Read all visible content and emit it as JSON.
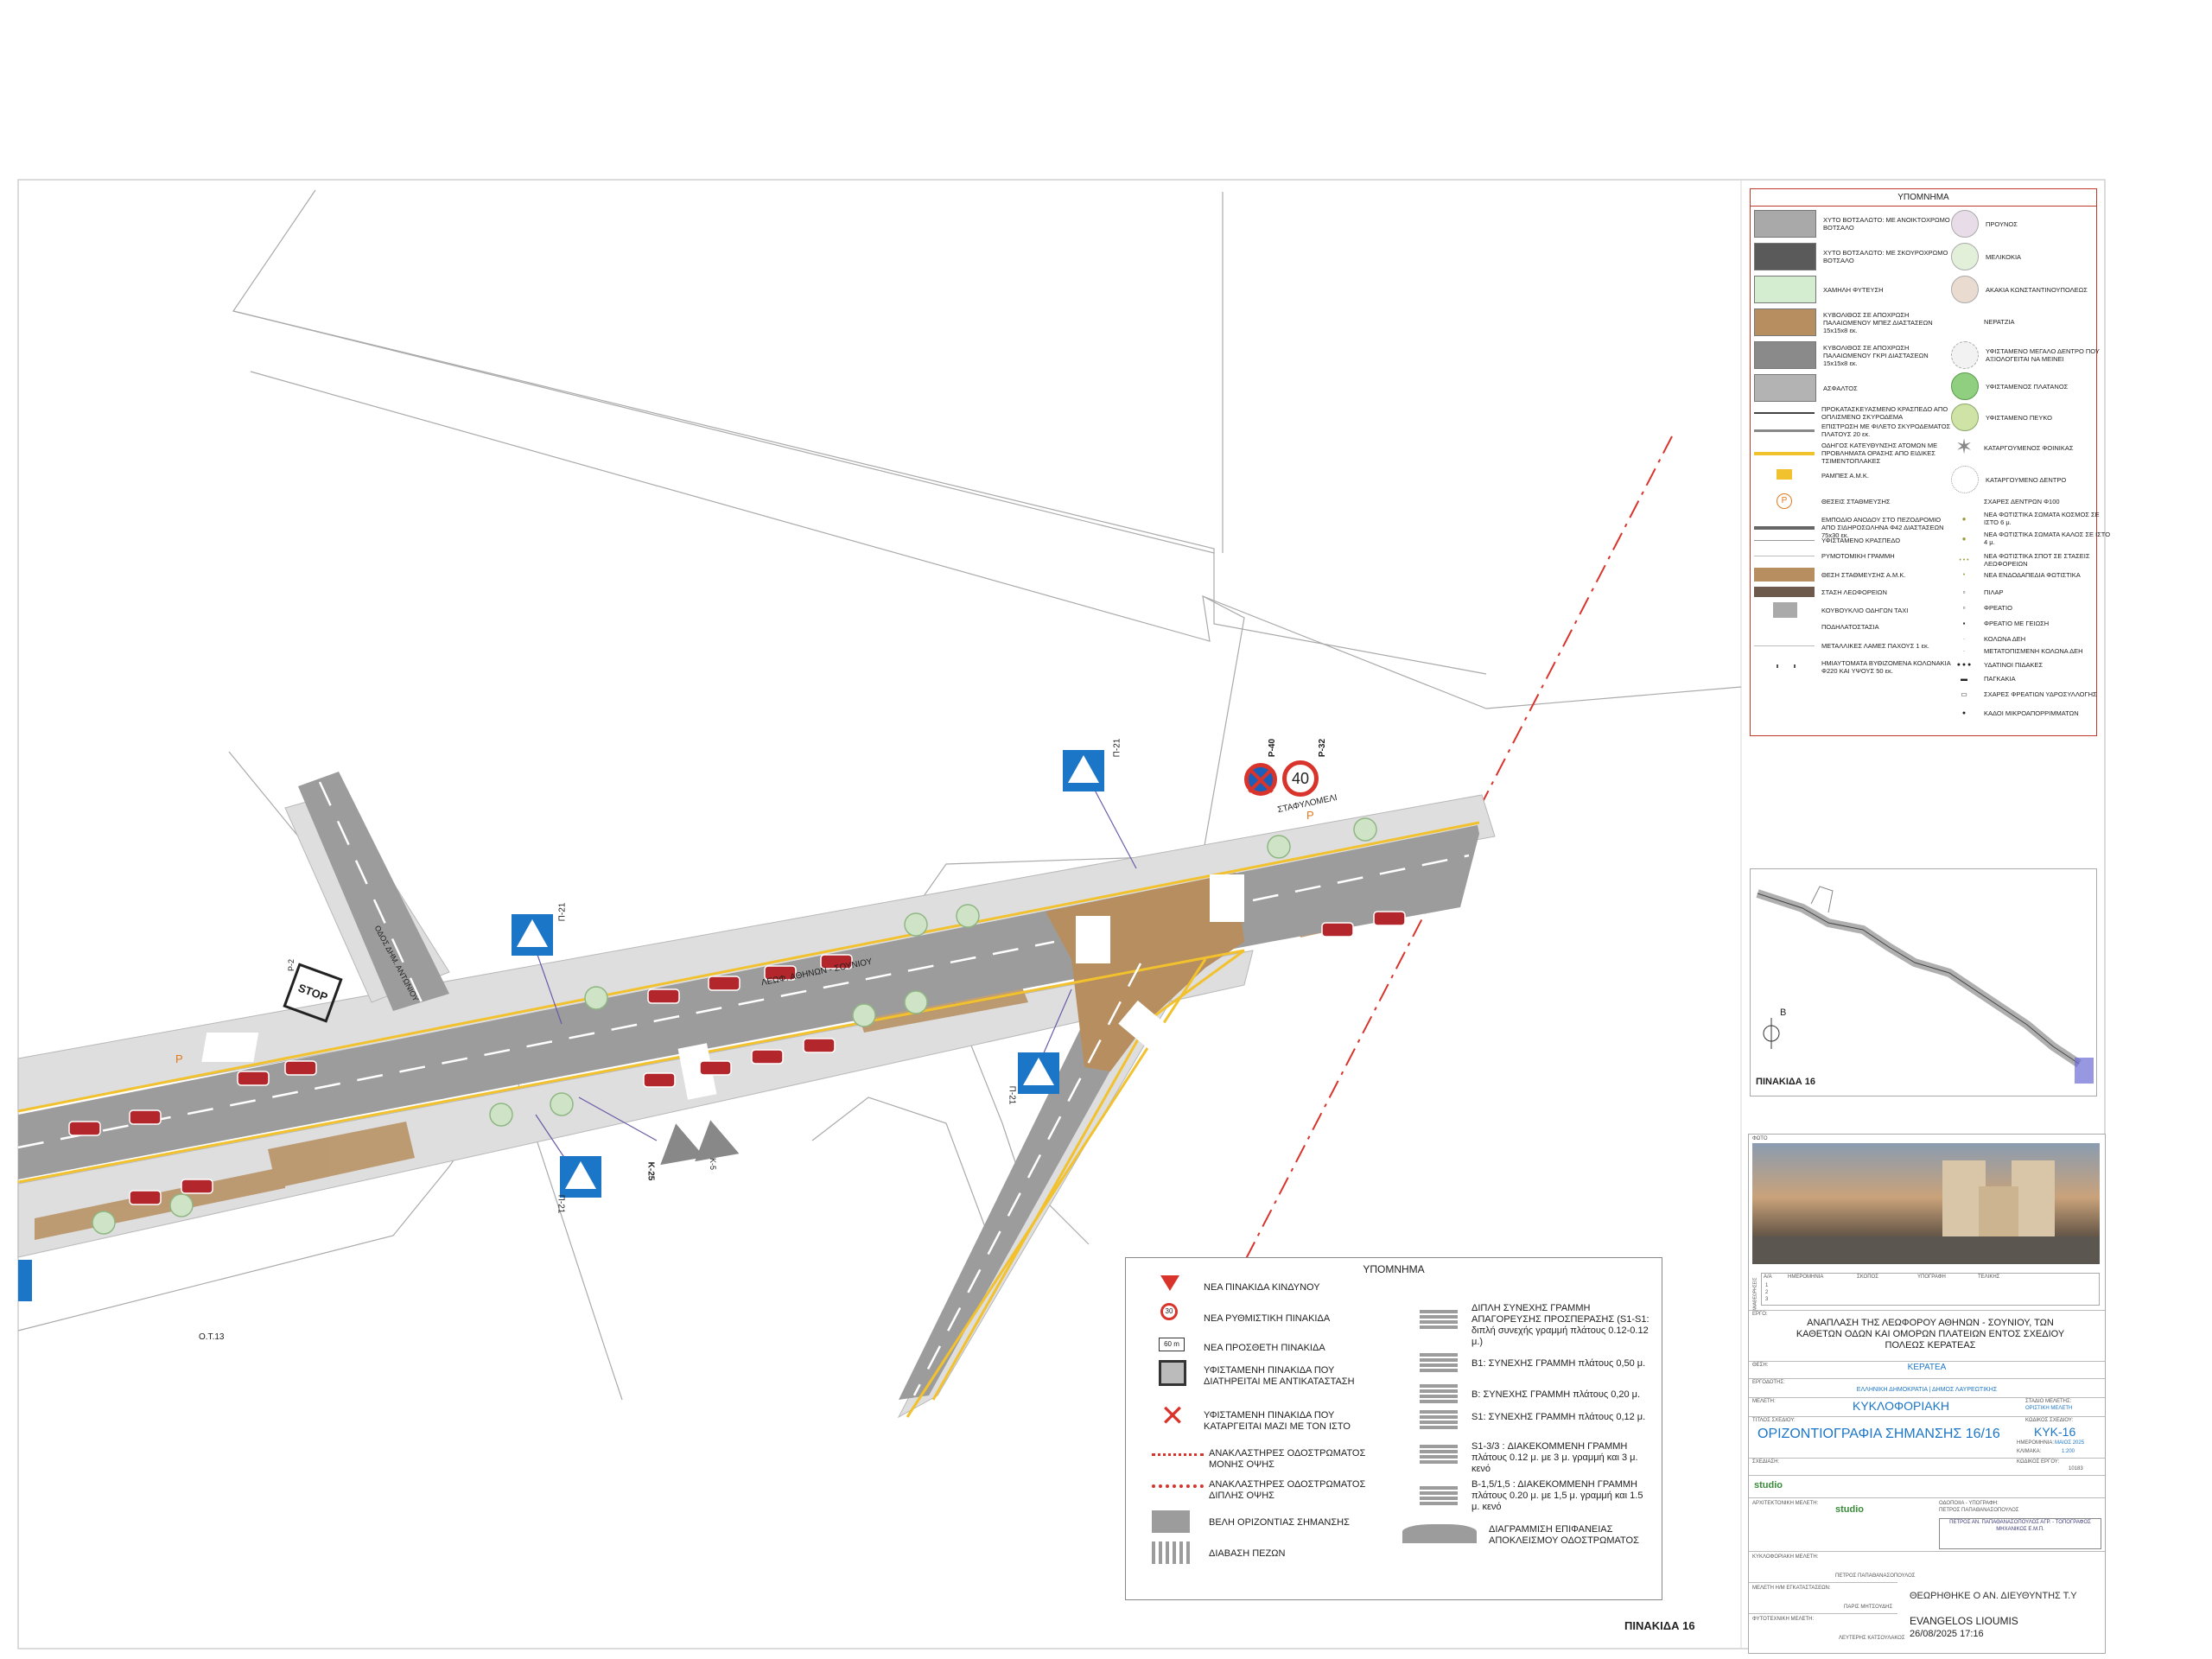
{
  "sheet_label": "ΠΙΝΑΚΙΔΑ 16",
  "keymap_label": "ΠΙΝΑΚΙΔΑ 16",
  "north_label": "Β",
  "plan": {
    "road_main": "ΛΕΩΦ. ΑΘΗΝΩΝ - ΣΟΥΝΙΟΥ",
    "road_side": "ΟΔΟΣ ΔΗΜ. ΑΝΤΩΝΙΟΥ",
    "block_label": "Ο.Τ.13",
    "stop_label": "ΣΤΑΦΥΛΟΜΕΛΙ",
    "sign_p21": "Π-21",
    "sign_p40": "Ρ-40",
    "sign_p32": "Ρ-32",
    "sign_k25": "Κ-25",
    "sign_k5": "Κ-5",
    "sign_p2": "Ρ-2",
    "speed": "40",
    "stop_text": "STOP",
    "parking": "P"
  },
  "legend_top": {
    "title": "ΥΠΟΜΝΗΜΑ",
    "left": [
      {
        "text": "ΧΥΤΟ ΒΟΤΣΑΛΩΤΟ: ΜΕ ΑΝΟΙΚΤΟΧΡΩΜΟ ΒΟΤΣΑΛΟ",
        "color": "#a9a9a9"
      },
      {
        "text": "ΧΥΤΟ ΒΟΤΣΑΛΩΤΟ: ΜΕ ΣΚΟΥΡΟΧΡΩΜΟ ΒΟΤΣΑΛΟ",
        "color": "#5a5a5a"
      },
      {
        "text": "ΧΑΜΗΛΗ ΦΥΤΕΥΣΗ",
        "color": "#d4ecd0"
      },
      {
        "text": "ΚΥΒΟΛΙΘΟΣ ΣΕ ΑΠΟΧΡΩΣΗ ΠΑΛΑΙΩΜΕΝΟΥ ΜΠΕΖ ΔΙΑΣΤΑΣΕΩΝ 15x15x8 εκ.",
        "color": "#b68e5f"
      },
      {
        "text": "ΚΥΒΟΛΙΘΟΣ ΣΕ ΑΠΟΧΡΩΣΗ ΠΑΛΑΙΩΜΕΝΟΥ ΓΚΡΙ ΔΙΑΣΤΑΣΕΩΝ 15x15x8 εκ.",
        "color": "#8a8a8a"
      },
      {
        "text": "ΑΣΦΑΛΤΟΣ",
        "color": "#b3b3b3"
      }
    ],
    "left_lines": [
      "ΠΡΟΚΑΤΑΣΚΕΥΑΣΜΕΝΟ ΚΡΑΣΠΕΔΟ ΑΠΟ ΟΠΛΙΣΜΕΝΟ ΣΚΥΡΟΔΕΜΑ",
      "ΕΠΙΣΤΡΩΣΗ ΜΕ ΦΙΛΕΤΟ ΣΚΥΡΟΔΕΜΑΤΟΣ ΠΛΑΤΟΥΣ 20 εκ.",
      "ΟΔΗΓΟΣ ΚΑΤΕΥΘΥΝΣΗΣ ΑΤΟΜΩΝ ΜΕ ΠΡΟΒΛΗΜΑΤΑ ΟΡΑΣΗΣ ΑΠΟ ΕΙΔΙΚΕΣ ΤΣΙΜΕΝΤΟΠΛΑΚΕΣ",
      "ΡΑΜΠΕΣ Α.Μ.Κ.",
      "ΘΕΣΕΙΣ ΣΤΑΘΜΕΥΣΗΣ",
      "ΕΜΠΟΔΙΟ ΑΝΟΔΟΥ ΣΤΟ ΠΕΖΟΔΡΟΜΙΟ ΑΠΟ ΣΙΔΗΡΟΣΩΛΗΝΑ Φ42 ΔΙΑΣΤΑΣΕΩΝ 75x30 εκ.",
      "ΥΦΙΣΤΑΜΕΝΟ ΚΡΑΣΠΕΔΟ",
      "ΡΥΜΟΤΟΜΙΚΗ ΓΡΑΜΜΗ",
      "ΘΕΣΗ ΣΤΑΘΜΕΥΣΗΣ Α.Μ.Κ.",
      "ΣΤΑΣΗ ΛΕΩΦΟΡΕΙΩΝ",
      "ΚΟΥΒΟΥΚΛΙΟ ΟΔΗΓΩΝ ΤΑΧΙ",
      "ΠΟΔΗΛΑΤΟΣΤΑΣΙΑ",
      "ΜΕΤΑΛΛΙΚΕΣ ΛΑΜΕΣ ΠΑΧΟΥΣ 1 εκ.",
      "ΗΜΙΑΥΤΟΜΑΤΑ ΒΥΘΙΖΟΜΕΝΑ ΚΟΛΩΝΑΚΙΑ Φ220 ΚΑΙ ΥΨΟΥΣ 50 εκ."
    ],
    "right": [
      "ΠΡΟΥΝΟΣ",
      "ΜΕΛΙΚΟΚΙΑ",
      "ΑΚΑΚΙΑ ΚΩΝΣΤΑΝΤΙΝΟΥΠΟΛΕΩΣ",
      "ΝΕΡΑΤΖΙΑ",
      "ΥΦΙΣΤΑΜΕΝΟ ΜΕΓΑΛΟ ΔΕΝΤΡΟ ΠΟΥ ΑΞΙΟΛΟΓΕΙΤΑΙ ΝΑ ΜΕΙΝΕΙ",
      "ΥΦΙΣΤΑΜΕΝΟΣ ΠΛΑΤΑΝΟΣ",
      "ΥΦΙΣΤΑΜΕΝΟ ΠΕΥΚΟ",
      "ΚΑΤΑΡΓΟΥΜΕΝΟΣ ΦΟΙΝΙΚΑΣ",
      "ΚΑΤΑΡΓΟΥΜΕΝΟ ΔΕΝΤΡΟ",
      "ΣΧΑΡΕΣ ΔΕΝΤΡΩΝ Φ100",
      "ΝΕΑ ΦΩΤΙΣΤΙΚΑ ΣΩΜΑΤΑ ΚΟΣΜΟΣ ΣΕ ΙΣΤΟ 6 μ.",
      "ΝΕΑ ΦΩΤΙΣΤΙΚΑ ΣΩΜΑΤΑ ΚΑΛΟΣ ΣΕ ΙΣΤΟ 4 μ.",
      "ΝΕΑ ΦΩΤΙΣΤΙΚΑ ΣΠΟΤ ΣΕ ΣΤΑΣΕΙΣ ΛΕΩΦΟΡΕΙΩΝ",
      "ΝΕΑ ΕΝΔΟΔΑΠΕΔΙΑ ΦΩΤΙΣΤΙΚΑ",
      "ΠΙΛΑΡ",
      "ΦΡΕΑΤΙΟ",
      "ΦΡΕΑΤΙΟ ΜΕ ΓΕΙΩΣΗ",
      "ΚΟΛΩΝΑ ΔΕΗ",
      "ΜΕΤΑΤΟΠΙΣΜΕΝΗ ΚΟΛΩΝΑ ΔΕΗ",
      "ΥΔΑΤΙΝΟΙ ΠΙΔΑΚΕΣ",
      "ΠΑΓΚΑΚΙΑ",
      "ΣΧΑΡΕΣ ΦΡΕΑΤΙΩΝ ΥΔΡΟΣΥΛΛΟΓΗΣ",
      "ΚΑΔΟΙ ΜΙΚΡΟΑΠΟΡΡΙΜΜΑΤΩΝ"
    ]
  },
  "legend_bottom": {
    "title": "ΥΠΟΜΝΗΜΑ",
    "left": [
      "ΝΕΑ ΠΙΝΑΚΙΔΑ ΚΙΝΔΥΝΟΥ",
      "ΝΕΑ ΡΥΘΜΙΣΤΙΚΗ ΠΙΝΑΚΙΔΑ",
      "ΝΕΑ ΠΡΟΣΘΕΤΗ ΠΙΝΑΚΙΔΑ",
      "ΥΦΙΣΤΑΜΕΝΗ ΠΙΝΑΚΙΔΑ ΠΟΥ ΔΙΑΤΗΡΕΙΤΑΙ ΜΕ ΑΝΤΙΚΑΤΑΣΤΑΣΗ",
      "ΥΦΙΣΤΑΜΕΝΗ ΠΙΝΑΚΙΔΑ ΠΟΥ ΚΑΤΑΡΓΕΙΤΑΙ ΜΑΖΙ ΜΕ ΤΟΝ ΙΣΤΟ",
      "ΑΝΑΚΛΑΣΤΗΡΕΣ ΟΔΟΣΤΡΩΜΑΤΟΣ ΜΟΝΗΣ ΟΨΗΣ",
      "ΑΝΑΚΛΑΣΤΗΡΕΣ ΟΔΟΣΤΡΩΜΑΤΟΣ ΔΙΠΛΗΣ ΟΨΗΣ",
      "ΒΕΛΗ ΟΡΙΖΟΝΤΙΑΣ ΣΗΜΑΝΣΗΣ",
      "ΔΙΑΒΑΣΗ ΠΕΖΩΝ"
    ],
    "plate_60m": "60 m",
    "plate_30": "30",
    "right": [
      "ΔΙΠΛΗ ΣΥΝΕΧΗΣ ΓΡΑΜΜΗ ΑΠΑΓΟΡΕΥΣΗΣ ΠΡΟΣΠΕΡΑΣΗΣ (S1-S1: διπλή συνεχής γραμμή πλάτους 0.12-0.12 μ.)",
      "Β1: ΣΥΝΕΧΗΣ ΓΡΑΜΜΗ πλάτους 0,50 μ.",
      "Β: ΣΥΝΕΧΗΣ ΓΡΑΜΜΗ πλάτους 0,20 μ.",
      "S1: ΣΥΝΕΧΗΣ ΓΡΑΜΜΗ πλάτους 0,12 μ.",
      "S1-3/3 : ΔΙΑΚΕΚΟΜΜΕΝΗ ΓΡΑΜΜΗ πλάτους 0.12 μ. με 3 μ. γραμμή και 3 μ. κενό",
      "Β-1,5/1,5 : ΔΙΑΚΕΚΟΜΜΕΝΗ ΓΡΑΜΜΗ πλάτους 0.20 μ. με 1,5 μ. γραμμή και 1.5 μ. κενό",
      "ΔΙΑΓΡΑΜΜΙΣΗ ΕΠΙΦΑΝΕΙΑΣ ΑΠΟΚΛΕΙΣΜΟΥ ΟΔΟΣΤΡΩΜΑΤΟΣ"
    ]
  },
  "title_block": {
    "photo_caption": "ΦΩΤΟ",
    "rev_headers": [
      "Α/Α",
      "ΗΜΕΡΟΜΗΝΙΑ",
      "ΣΚΟΠΟΣ",
      "ΥΠΟΓΡΑΦΗ",
      "ΤΕΛΙΚΗΣ"
    ],
    "rev_side": "ΑΝΑΘΕΩΡΗΣΕΙΣ",
    "rev_rows": [
      "1",
      "2",
      "3"
    ],
    "project_label": "ΕΡΓΟ:",
    "project": "ΑΝΑΠΛΑΣΗ ΤΗΣ ΛΕΩΦΟΡΟΥ ΑΘΗΝΩΝ - ΣΟΥΝΙΟΥ, ΤΩΝ ΚΑΘΕΤΩΝ ΟΔΩΝ ΚΑΙ ΟΜΟΡΩΝ ΠΛΑΤΕΙΩΝ ΕΝΤΟΣ ΣΧΕΔΙΟΥ ΠΟΛΕΩΣ ΚΕΡΑΤΕΑΣ",
    "location_label": "ΘΕΣΗ:",
    "location": "ΚΕΡΑΤΕΑ",
    "owner_label": "ΕΡΓΟΔΟΤΗΣ:",
    "owner": "ΕΛΛΗΝΙΚΗ ΔΗΜΟΚΡΑΤΙΑ | ΔΗΜΟΣ ΛΑΥΡΕΩΤΙΚΗΣ",
    "study_label": "ΜΕΛΕΤΗ:",
    "study": "ΚΥΚΛΟΦΟΡΙΑΚΗ",
    "stage_label": "ΣΤΑΔΙΟ ΜΕΛΕΤΗΣ:",
    "stage": "ΟΡΙΣΤΙΚΗ ΜΕΛΕΤΗ",
    "drawing_label": "ΤΙΤΛΟΣ ΣΧΕΔΙΟΥ:",
    "drawing": "ΟΡΙΖΟΝΤΙΟΓΡΑΦΙΑ ΣΗΜΑΝΣΗΣ 16/16",
    "code_label": "ΚΩΔΙΚΟΣ ΣΧΕΔΙΟΥ:",
    "code": "ΚΥΚ-16",
    "date_label": "ΗΜΕΡΟΜΗΝΙΑ:",
    "date": "ΜΑΙΟΣ 2025",
    "scale_label": "ΚΛΙΜΑΚΑ:",
    "scale": "1:200",
    "designer_label": "ΣΧΕΔΙΑΣΗ:",
    "job_label": "ΚΩΔΙΚΟΣ ΕΡΓΟΥ:",
    "job": "10183",
    "studio_name": "studio",
    "architect_label": "ΑΡΧΙΤΕΚΤΟΝΙΚΗ ΜΕΛΕΤΗ:",
    "survey_label": "ΟΔΟΠΟΙΙΑ - ΥΠΟΓΡΑΦΗ:",
    "survey_name": "ΠΕΤΡΟΣ ΠΑΠΑΘΑΝΑΣΟΠΟΥΛΟΣ",
    "stamp": "ΠΕΤΡΟΣ ΑΝ. ΠΑΠΑΘΑΝΑΣΟΠΟΥΛΟΣ ΑΓΡ. - ΤΟΠΟΓΡΑΦΟΣ ΜΗΧΑΝΙΚΟΣ Ε.Μ.Π.",
    "traffic_label": "ΚΥΚΛΟΦΟΡΙΑΚΗ ΜΕΛΕΤΗ:",
    "traffic_name": "ΠΕΤΡΟΣ ΠΑΠΑΘΑΝΑΣΟΠΟΥΛΟΣ",
    "elec_label": "ΜΕΛΕΤΗ Η/Μ ΕΓΚΑΤΑΣΤΑΣΕΩΝ:",
    "elec_name": "ΠΑΡΙΣ ΜΗΤΣΟΥΔΗΣ",
    "planting_label": "ΦΥΤΟΤΕΧΝΙΚΗ ΜΕΛΕΤΗ:",
    "planting_name": "ΛΕΥΤΕΡΗΣ ΚΑΤΣΟΥΛΑΚΟΣ",
    "review": "ΘΕΩΡΗΘΗΚΕ Ο ΑΝ. ΔΙΕΥΘΥΝΤΗΣ Τ.Υ",
    "signer": "EVANGELOS LIOUMIS",
    "signed": "26/08/2025 17:16"
  },
  "colors": {
    "asphalt": "#9c9c9c",
    "sidewalk": "#dcdcdc",
    "paving": "#b68e5f",
    "curb_yellow": "#f2c12e",
    "sign_blue": "#1c76c8",
    "red_line": "#d9342b"
  }
}
